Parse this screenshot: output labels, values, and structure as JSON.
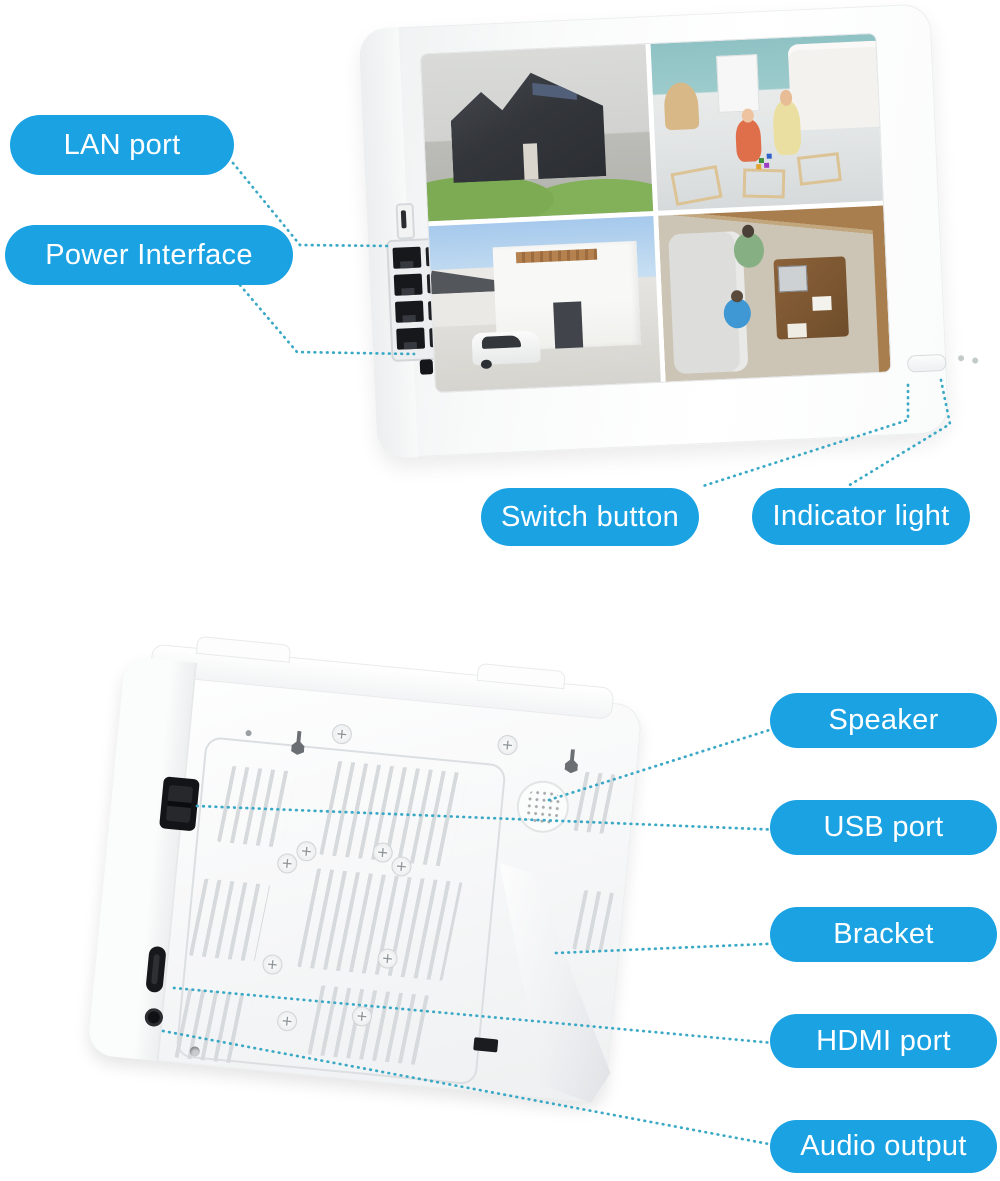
{
  "colors": {
    "accent": "#1aa2e3",
    "connector": "#3aa9c6",
    "label_text": "#ffffff"
  },
  "callouts": {
    "lan": {
      "label": "LAN port"
    },
    "power": {
      "label": "Power Interface"
    },
    "switch": {
      "label": "Switch button"
    },
    "indicator": {
      "label": "Indicator light"
    },
    "speaker": {
      "label": "Speaker"
    },
    "usb": {
      "label": "USB port"
    },
    "bracket": {
      "label": "Bracket"
    },
    "hdmi": {
      "label": "HDMI port"
    },
    "audio": {
      "label": "Audio output"
    }
  }
}
